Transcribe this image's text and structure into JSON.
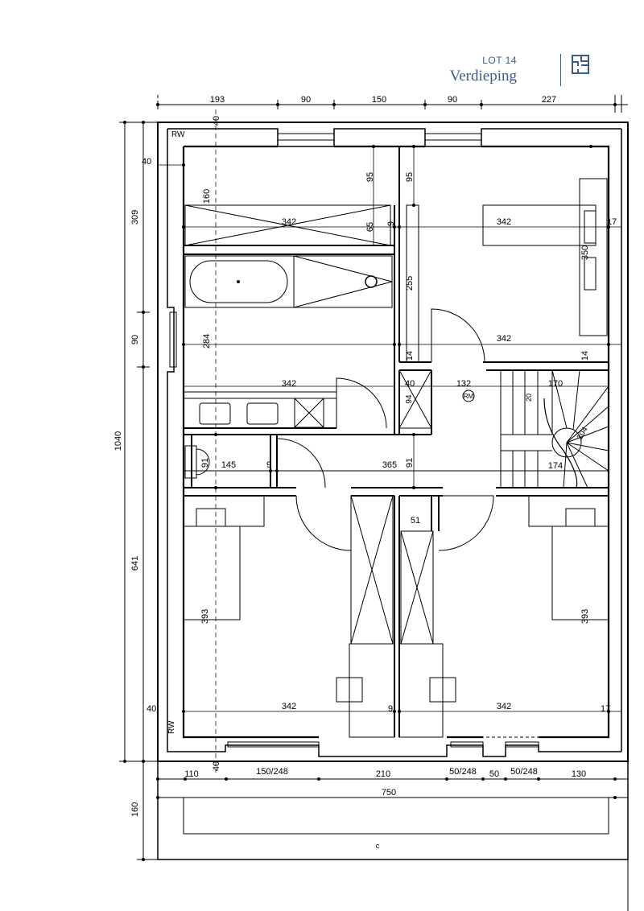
{
  "header": {
    "lot": "LOT 14",
    "title": "Verdieping",
    "logo_icon": "floorplan-icon",
    "brand_color": "#3d5a8a"
  },
  "dimensions": {
    "top": [
      "193",
      "90",
      "150",
      "90",
      "227"
    ],
    "left": [
      "309",
      "90",
      "1040",
      "641",
      "160"
    ],
    "bottom_row1": [
      "110",
      "150/248",
      "210",
      "50/248",
      "50",
      "50/248",
      "130"
    ],
    "bottom_total": "750",
    "small_40": "40",
    "rw": "RW"
  },
  "rooms": {
    "bath_w": "342",
    "bath_h_160": "160",
    "bath_95": "95",
    "bath_65": "65",
    "bath_9": "9",
    "bath_284": "284",
    "bath_342b": "342",
    "bed1_342": "342",
    "bed1_95": "95",
    "bed1_350": "350",
    "bed1_255": "255",
    "bed1_342b": "342",
    "bed1_17": "17",
    "bed1_14a": "14",
    "bed1_14b": "14",
    "hall_40": "40",
    "hall_132": "132",
    "hall_94": "94",
    "hall_rm": "RM",
    "stair_170": "170",
    "stair_174": "174",
    "stair_104": "104",
    "stair_20": "20",
    "wc_91": "91",
    "wc_145": "145",
    "wc_9": "9",
    "land_365": "365",
    "land_91": "91",
    "land_51": "51",
    "bed2_393": "393",
    "bed2_342": "342",
    "bed2_40": "40",
    "bed2_9": "9",
    "bed3_393": "393",
    "bed3_342": "342",
    "bed3_17": "17",
    "balcony_c": "c"
  }
}
